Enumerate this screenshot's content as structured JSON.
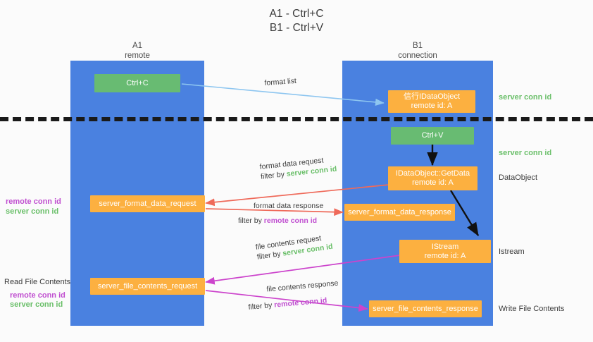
{
  "title": {
    "line1": "A1 - Ctrl+C",
    "line2": "B1 - Ctrl+V"
  },
  "columns": {
    "a": {
      "name": "A1",
      "role": "remote"
    },
    "b": {
      "name": "B1",
      "role": "connection"
    }
  },
  "colors": {
    "lane": "#4a81e0",
    "green_box": "#68bb72",
    "orange_box": "#fcb040",
    "server_conn_text": "#6abf69",
    "remote_conn_text": "#c04fd0",
    "blue_arrow": "#8ec6f0",
    "red_arrow": "#ef6a5a",
    "magenta_arrow": "#cc44cc",
    "black_arrow": "#1a1a1a",
    "dashed_line": "#1a1a1a"
  },
  "nodes": {
    "ctrl_c": {
      "label": "Ctrl+C"
    },
    "ctrl_v": {
      "label": "Ctrl+V"
    },
    "dataobject_top": {
      "line1": "信行IDataObject",
      "line2": "remote id: A"
    },
    "getdata": {
      "line1": "IDataObject::GetData",
      "line2": "remote id: A"
    },
    "istream": {
      "line1": "IStream",
      "line2": "remote id: A"
    },
    "server_format_data_request": {
      "label": "server_format_data_request"
    },
    "server_format_data_response": {
      "label": "server_format_data_response"
    },
    "server_file_contents_request": {
      "label": "server_file_contents_request"
    },
    "server_file_contents_response": {
      "label": "server_file_contents_response"
    }
  },
  "right_labels": {
    "server_conn_id_1": "server conn id",
    "server_conn_id_2": "server conn id",
    "dataobject": "DataObject",
    "istream": "Istream",
    "write_file_contents": "Write File Contents"
  },
  "left_labels": {
    "remote_conn_id_1": "remote conn id",
    "server_conn_id_1": "server conn id",
    "read_file_contents": "Read File Contents",
    "remote_conn_id_2": "remote conn id",
    "server_conn_id_2": "server conn id"
  },
  "edges": {
    "format_list": {
      "label": "format list"
    },
    "format_data_request": {
      "line1": "format data request",
      "filter_prefix": "filter by ",
      "filter_value": "server conn id"
    },
    "format_data_response": {
      "line1": "format data response",
      "filter_prefix": "filter by ",
      "filter_value": "remote conn id"
    },
    "file_contents_request": {
      "line1": "file contents request",
      "filter_prefix": "filter by ",
      "filter_value": "server conn id"
    },
    "file_contents_response": {
      "line1": "file contents response",
      "filter_prefix": "filter by ",
      "filter_value": "remote conn id"
    }
  }
}
